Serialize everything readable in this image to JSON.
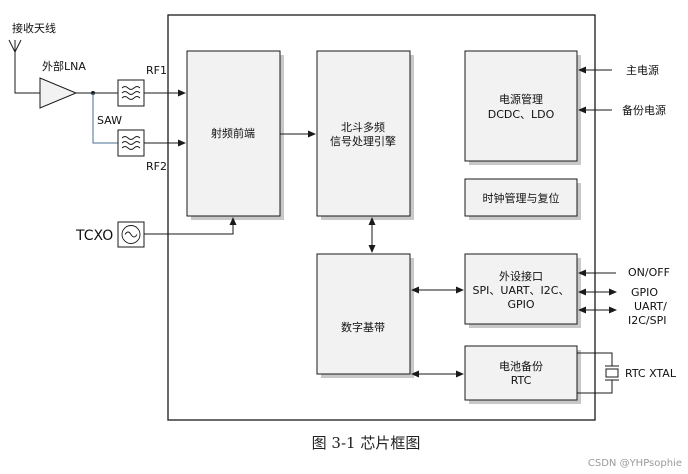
{
  "antenna": {
    "label": "接收天线"
  },
  "lna": {
    "label": "外部LNA"
  },
  "saw": {
    "label": "SAW"
  },
  "rf1": {
    "label": "RF1"
  },
  "rf2": {
    "label": "RF2"
  },
  "tcxo": {
    "label": "TCXO"
  },
  "blocks": {
    "rf_frontend": {
      "label": "射频前端"
    },
    "engine": {
      "line1": "北斗多频",
      "line2": "信号处理引擎"
    },
    "power": {
      "line1": "电源管理",
      "line2": "DCDC、LDO"
    },
    "clock": {
      "label": "时钟管理与复位"
    },
    "peripheral": {
      "line1": "外设接口",
      "line2": "SPI、UART、I2C、",
      "line3": "GPIO"
    },
    "baseband": {
      "label": "数字基带"
    },
    "battery": {
      "line1": "电池备份",
      "line2": "RTC"
    }
  },
  "signals": {
    "main_power": "主电源",
    "backup_power": "备份电源",
    "on_off": "ON/OFF",
    "gpio": "GPIO",
    "uart1": "UART/",
    "uart2": "I2C/SPI",
    "rtc_xtal": "RTC XTAL"
  },
  "caption": "图 3-1 芯片框图",
  "watermark": "CSDN @YHPsophie",
  "colors": {
    "line": "#1a1a1a",
    "saw_line": "#4a6f96",
    "block_fill": "#f2f2f2",
    "shadow": "#bdbdbd"
  }
}
